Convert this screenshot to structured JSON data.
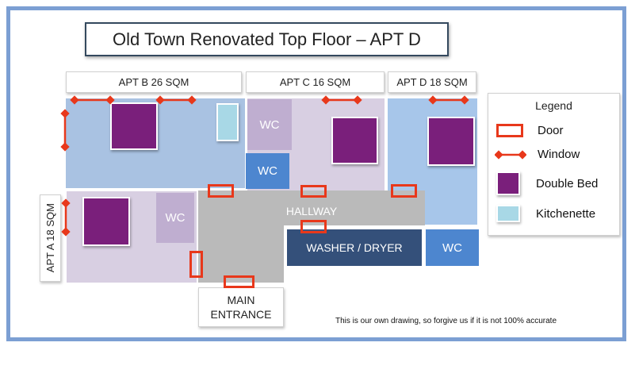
{
  "title": "Old Town Renovated Top Floor – APT D",
  "apartments": {
    "apt_b": "APT B 26 SQM",
    "apt_c": "APT C 16 SQM",
    "apt_d": "APT D 18 SQM",
    "apt_a": "APT A 18 SQM"
  },
  "rooms": {
    "wc": "WC",
    "hallway": "HALLWAY",
    "washer_dryer": "WASHER / DRYER"
  },
  "entrance": {
    "line1": "MAIN",
    "line2": "ENTRANCE"
  },
  "legend": {
    "title": "Legend",
    "door": "Door",
    "window": "Window",
    "double_bed": "Double Bed",
    "kitchenette": "Kitchenette"
  },
  "note": "This is our own drawing, so forgive us if it is not 100% accurate",
  "colors": {
    "frame": "#7c9fd3",
    "apt_b": "#a9c2e2",
    "apt_c": "#d8cfe2",
    "apt_d": "#a7c6ea",
    "apt_a": "#d8cfe2",
    "wc_purple": "#bfaed0",
    "wc_blue": "#4d86cf",
    "hallway": "#bababa",
    "washer_dryer": "#34507a",
    "bed": "#7a1f7b",
    "kitchenette": "#a8d8e6",
    "door": "#e8381b",
    "window": "#e8381b"
  }
}
